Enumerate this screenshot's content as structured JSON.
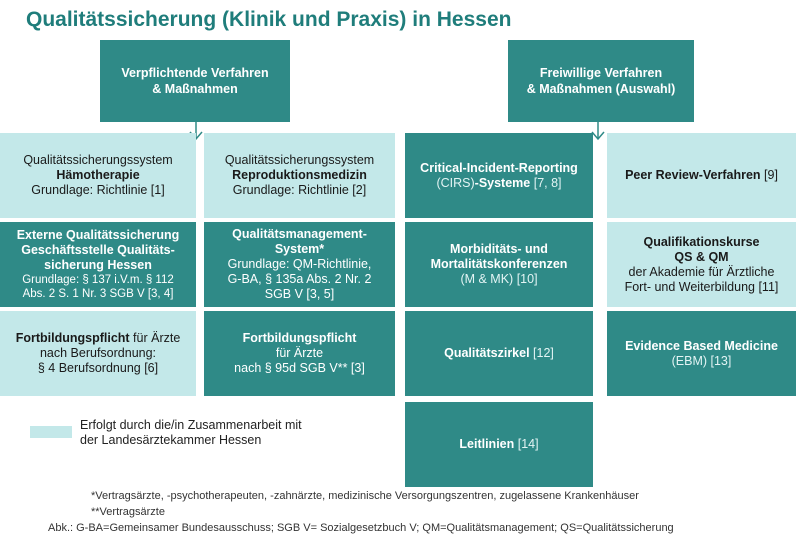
{
  "title": "Qualitätssicherung (Klinik und Praxis) in Hessen",
  "headers": {
    "left": [
      "Verpflichtende Verfahren",
      "& Maßnahmen"
    ],
    "right": [
      "Freiwillige Verfahren",
      "& Maßnahmen (Auswahl)"
    ]
  },
  "boxes": {
    "haemotherapie": {
      "l1": "Qualitätssicherungssystem",
      "l2": "Hämotherapie",
      "l3": "Grundlage: Richtlinie [1]"
    },
    "reproduktion": {
      "l1": "Qualitätssicherungssystem",
      "l2": "Reproduktionsmedizin",
      "l3": "Grundlage: Richtlinie [2]"
    },
    "cirs": {
      "l1": "Critical-Incident-Reporting",
      "l2a": "(CIRS)",
      "l2b": "-Systeme",
      "l2c": " [7, 8]"
    },
    "peer": {
      "l1a": "Peer Review-Verfahren",
      "l1b": " [9]"
    },
    "extern": {
      "l1": "Externe Qualitätssicherung",
      "l2": "Geschäftsstelle Qualitäts-",
      "l3": "sicherung Hessen",
      "l4": "Grundlage: § 137 i.V.m. § 112",
      "l5": "Abs. 2 S. 1 Nr. 3 SGB V [3, 4]"
    },
    "qm": {
      "l1": "Qualitätsmanagement-",
      "l2": "System*",
      "l3": "Grundlage: QM-Richtlinie,",
      "l4": "G-BA, § 135a Abs. 2 Nr. 2",
      "l5": "SGB V [3, 5]"
    },
    "mmk": {
      "l1": "Morbiditäts- und",
      "l2": "Mortalitätskonferenzen",
      "l3": "(M & MK) [10]"
    },
    "kurse": {
      "l1": "Qualifikationskurse",
      "l2": "QS & QM",
      "l3": "der Akademie für Ärztliche",
      "l4": "Fort- und Weiterbildung [11]"
    },
    "fortb1": {
      "l1a": "Fortbildungspflicht",
      "l1b": " für Ärzte",
      "l2": "nach Berufsordnung:",
      "l3": "§ 4 Berufsordnung [6]"
    },
    "fortb2": {
      "l1": "Fortbildungspflicht",
      "l2": "für Ärzte",
      "l3": "nach § 95d SGB V** [3]"
    },
    "zirkel": {
      "l1a": "Qualitätszirkel",
      "l1b": " [12]"
    },
    "ebm": {
      "l1": "Evidence Based Medicine",
      "l2": "(EBM) [13]"
    },
    "leitlinien": {
      "l1a": "Leitlinien",
      "l1b": " [14]"
    }
  },
  "legend": {
    "l1": "Erfolgt durch die/in Zusammenarbeit mit",
    "l2": "der Landesärztekammer Hessen"
  },
  "footnotes": {
    "f1": "*Vertragsärzte, -psychotherapeuten, -zahnärzte, medizinische Versorgungszentren, zugelassene Krankenhäuser",
    "f2": "**Vertragsärzte",
    "f3": "Abk.: G-BA=Gemeinsamer Bundesausschuss;  SGB V= Sozialgesetzbuch V; QM=Qualitätsmanagement; QS=Qualitätssicherung"
  },
  "colors": {
    "title": "#1f7d7b",
    "dark_box": "#2f8a87",
    "light_box": "#c3e8e9",
    "arrow": "#2f8a87"
  }
}
